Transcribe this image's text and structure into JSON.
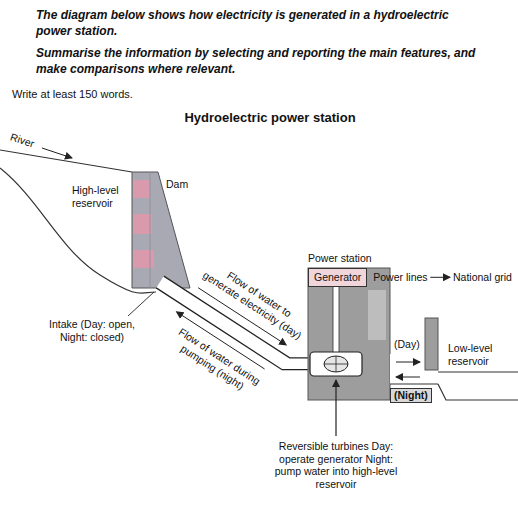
{
  "diagram": {
    "title": "Hydroelectric power station",
    "nodes": [
      {
        "text": [
          "Power station"
        ]
      },
      {
        "text": [
          "Generator"
        ],
        "in": 0
      }
    ],
    "labels": [
      "The diagram below shows how electricity is generated in a hydroelectric power station.",
      "Summarise the information by selecting and reporting the main features, and make comparisons where relevant.",
      "Write at least 150 words.",
      "River",
      "Dam",
      "High-level reservoir",
      "Flow of water to generate electricity (day)",
      "Flow of water during pumping (night)",
      "Intake (Day: open, Night: closed)",
      "Power lines",
      "National grid",
      "(Day)",
      "(Night)",
      "Low-level reservoir",
      "Reversible turbines Day: operate generator Night: pump water into high-level reservoir"
    ]
  }
}
